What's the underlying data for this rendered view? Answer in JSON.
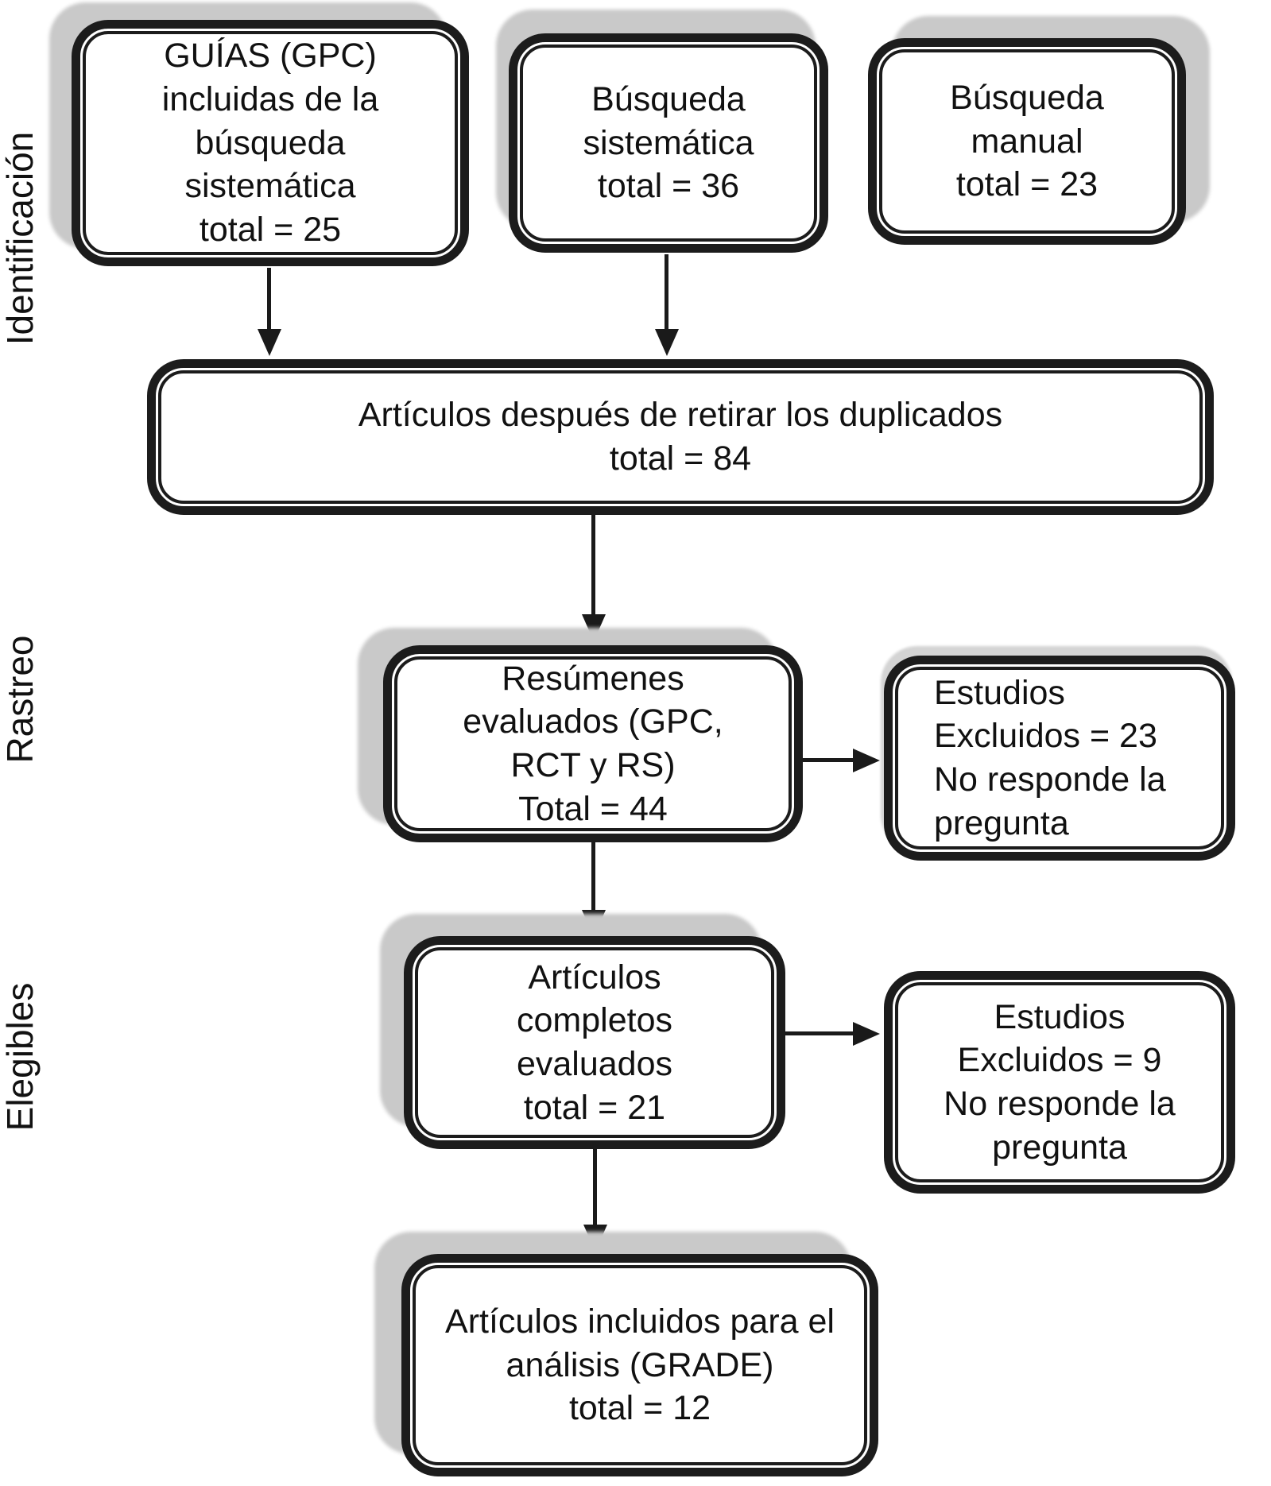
{
  "figure": {
    "background": "#ffffff",
    "colors": {
      "line": "#1a1a1a",
      "border": "#1c1c1c",
      "shadow": "#c9c9c9",
      "text": "#111111",
      "box_fill": "#ffffff"
    }
  },
  "stages": [
    {
      "label": "Identificación"
    },
    {
      "label": "Rastreo"
    },
    {
      "label": "Elegibles"
    }
  ],
  "boxes": {
    "guias": {
      "text": "GUÍAS (GPC)\nincluidas de la\nbúsqueda\nsistemática\ntotal = 25"
    },
    "busqueda_sistematica": {
      "text": "Búsqueda\nsistemática\ntotal = 36"
    },
    "busqueda_manual": {
      "text": "Búsqueda\nmanual\ntotal = 23"
    },
    "duplicados": {
      "text": "Artículos después de retirar los duplicados\ntotal = 84"
    },
    "resumenes": {
      "text": "Resúmenes\nevaluados (GPC,\nRCT y RS)\nTotal = 44"
    },
    "excluidos_rastreo": {
      "text": "Estudios\nExcluidos = 23\nNo responde la\npregunta"
    },
    "completos": {
      "text": "Artículos\ncompletos\nevaluados\ntotal = 21"
    },
    "excluidos_elegibles": {
      "text": "Estudios\nExcluidos = 9\nNo responde la\npregunta"
    },
    "grade": {
      "text": "Artículos incluidos para el\nanálisis (GRADE)\ntotal = 12"
    }
  }
}
